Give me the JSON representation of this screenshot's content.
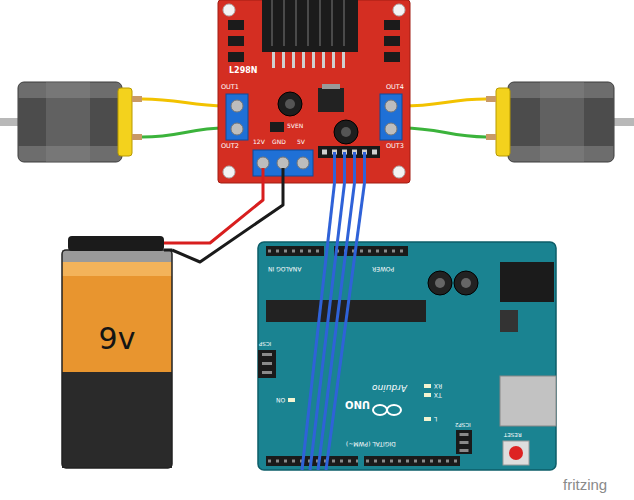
{
  "diagram": {
    "nodes": [
      {
        "text": [
          "L298N"
        ]
      },
      {
        "text": [
          "9v"
        ]
      },
      {
        "text": [
          "Arduino",
          "UNO"
        ]
      }
    ],
    "edges": [
      {
        "from": 1,
        "to": 0,
        "arrow": "none"
      },
      {
        "from": 1,
        "to": 0,
        "arrow": "none"
      },
      {
        "from": 0,
        "to": 2,
        "arrow": "none"
      },
      {
        "from": 0,
        "to": 2,
        "arrow": "none"
      },
      {
        "from": 0,
        "to": 2,
        "arrow": "none"
      },
      {
        "from": 0,
        "to": 2,
        "arrow": "none"
      }
    ],
    "labels": [
      "OUT1",
      "OUT4",
      "5VEN",
      "OUT2",
      "12V",
      "GND",
      "5V",
      "OUT3",
      "ANALOG IN",
      "POWER",
      "ICSP",
      "ON",
      "RX",
      "TX",
      "L",
      "ICSP2",
      "RESET",
      "DIGITAL (PWM~)",
      "fritzing"
    ]
  }
}
